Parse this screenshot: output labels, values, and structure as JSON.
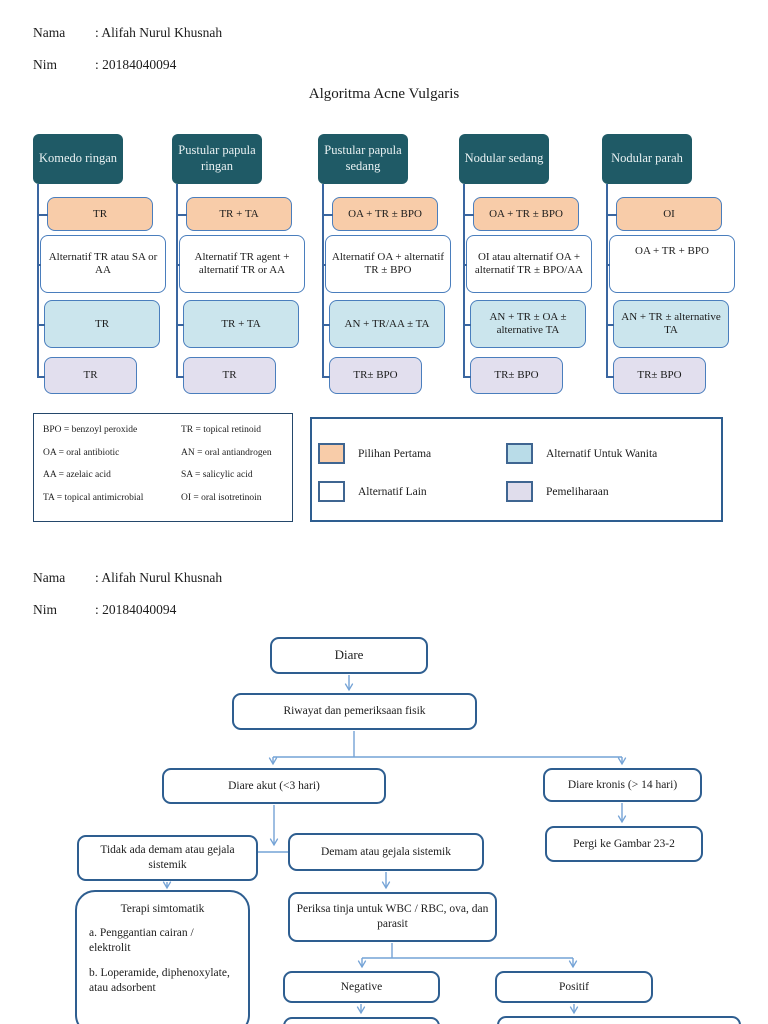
{
  "identity": {
    "nama_label": "Nama",
    "nama_value": ": Alifah Nurul Khusnah",
    "nim_label": "Nim",
    "nim_value": ": 20184040094"
  },
  "acne": {
    "title": "Algoritma Acne Vulgaris",
    "columns": [
      {
        "header": "Komedo ringan",
        "boxes": [
          {
            "text": "TR",
            "fill": "#f8cca9"
          },
          {
            "text": "Alternatif TR atau SA or AA",
            "fill": "#ffffff"
          },
          {
            "text": "TR",
            "fill": "#cbe5ed"
          },
          {
            "text": "TR",
            "fill": "#e2dfee"
          }
        ]
      },
      {
        "header": "Pustular papula ringan",
        "boxes": [
          {
            "text": "TR + TA",
            "fill": "#f8cca9"
          },
          {
            "text": "Alternatif TR agent + alternatif TR or AA",
            "fill": "#ffffff"
          },
          {
            "text": "TR + TA",
            "fill": "#cbe5ed"
          },
          {
            "text": "TR",
            "fill": "#e2dfee"
          }
        ]
      },
      {
        "header": "Pustular papula sedang",
        "boxes": [
          {
            "text": "OA + TR ± BPO",
            "fill": "#f8cca9"
          },
          {
            "text": "Alternatif OA + alternatif TR ± BPO",
            "fill": "#ffffff"
          },
          {
            "text": "AN + TR/AA ± TA",
            "fill": "#cbe5ed"
          },
          {
            "text": "TR± BPO",
            "fill": "#e2dfee"
          }
        ]
      },
      {
        "header": "Nodular sedang",
        "boxes": [
          {
            "text": "OA + TR ± BPO",
            "fill": "#f8cca9"
          },
          {
            "text": "OI atau alternatif OA + alternatif TR ± BPO/AA",
            "fill": "#ffffff"
          },
          {
            "text": "AN + TR ± OA ± alternative TA",
            "fill": "#cbe5ed"
          },
          {
            "text": "TR± BPO",
            "fill": "#e2dfee"
          }
        ]
      },
      {
        "header": "Nodular parah",
        "boxes": [
          {
            "text": "OI",
            "fill": "#f8cca9"
          },
          {
            "text": "OA + TR + BPO",
            "fill": "#ffffff"
          },
          {
            "text": "AN + TR ± alternative TA",
            "fill": "#cbe5ed"
          },
          {
            "text": "TR± BPO",
            "fill": "#e2dfee"
          }
        ]
      }
    ]
  },
  "abbrev_legend": {
    "left": [
      "BPO = benzoyl peroxide",
      "OA = oral antibiotic",
      "AA = azelaic acid",
      "TA = topical antimicrobial"
    ],
    "right": [
      "TR = topical retinoid",
      "AN = oral antiandrogen",
      "SA = salicylic acid",
      "OI = oral isotretinoin"
    ]
  },
  "color_legend": {
    "items": [
      {
        "label": "Pilihan Pertama",
        "color": "#f8cca9"
      },
      {
        "label": "Alternatif Untuk Wanita",
        "color": "#b9dce8"
      },
      {
        "label": "Alternatif Lain",
        "color": "#ffffff"
      },
      {
        "label": "Pemeliharaan",
        "color": "#e0ddec"
      }
    ]
  },
  "diare_flow": {
    "diare": "Diare",
    "riwayat": "Riwayat dan pemeriksaan fisik",
    "akut": "Diare akut (<3 hari)",
    "kronis": "Diare kronis (> 14 hari)",
    "gambar": "Pergi ke Gambar 23-2",
    "tidak_demam": "Tidak ada demam atau gejala sistemik",
    "demam": "Demam atau gejala sistemik",
    "terapi_title": "Terapi simtomatik",
    "terapi_items": [
      "a. Penggantian cairan / elektrolit",
      "b. Loperamide, diphenoxylate, atau adsorbent"
    ],
    "periksa": "Periksa tinja untuk WBC / RBC, ova, dan parasit",
    "negative": "Negative",
    "positif": "Positif"
  },
  "colors": {
    "header_bg": "#1f5a66",
    "acne_box_border": "#4a7ebd",
    "connector_line": "#3a66a0",
    "flow_box_border": "#2e5e90",
    "arrow": "#74a3d6",
    "first_choice": "#f8cca9",
    "alt_untuk_wanita": "#b9dce8",
    "alt_lain": "#ffffff",
    "pemeliharaan": "#e0ddec"
  }
}
